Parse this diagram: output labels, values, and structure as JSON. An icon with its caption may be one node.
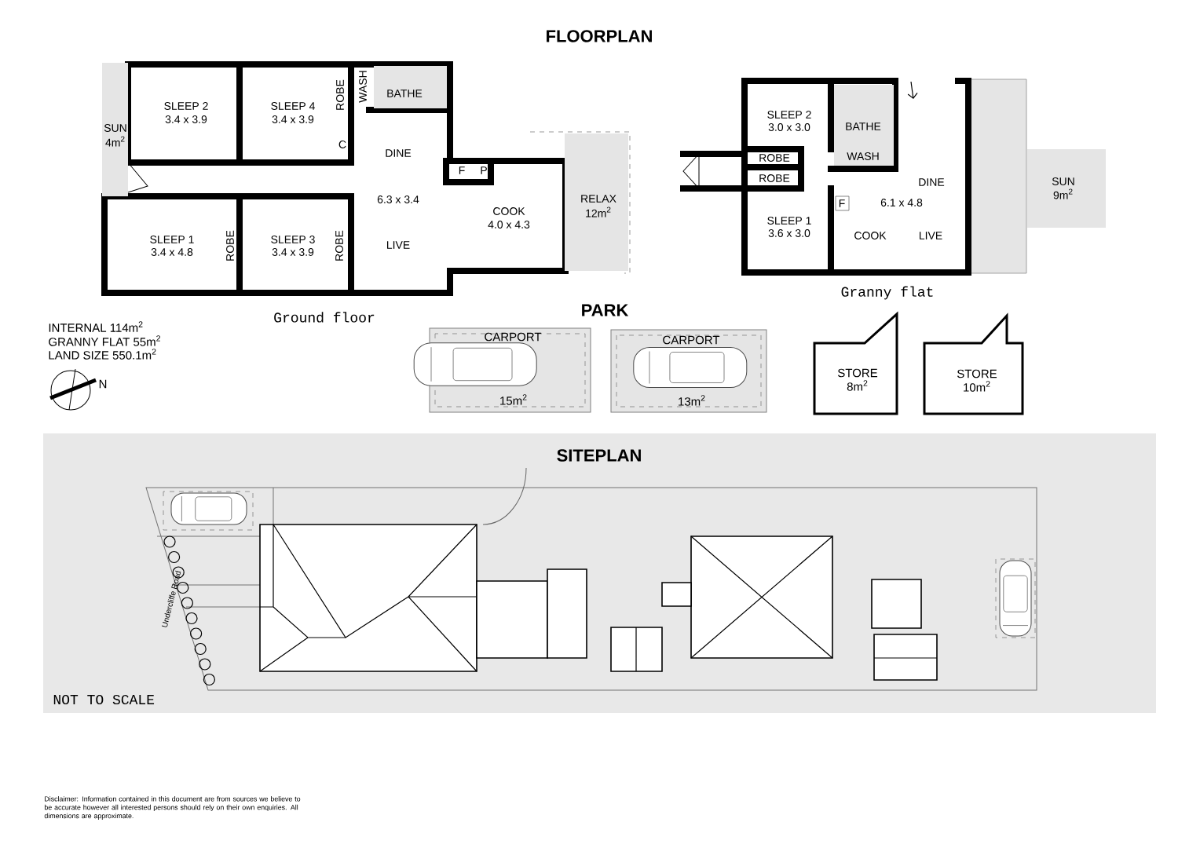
{
  "diagram": {
    "title": "FLOORPLAN",
    "nodes": [
      {
        "text": [
          "SUN",
          "4m$^{2}$"
        ]
      },
      {
        "text": [
          "SLEEP 2",
          "3.4 x 3.9"
        ]
      },
      {
        "text": [
          "SLEEP 4",
          "3.4 x 3.9"
        ]
      },
      {
        "text": [
          "ROBE"
        ]
      },
      {
        "text": [
          "C"
        ]
      },
      {
        "text": [
          "WASH"
        ]
      },
      {
        "text": [
          "BATHE"
        ]
      },
      {
        "text": [
          "DINE",
          "6.3 x 3.4",
          "LIVE"
        ]
      },
      {
        "text": [
          "F"
        ]
      },
      {
        "text": [
          "P"
        ]
      },
      {
        "text": [
          "COOK",
          "4.0 x 4.3"
        ]
      },
      {
        "text": [
          "RELAX",
          "12m$^{2}$"
        ]
      },
      {
        "text": [
          "SLEEP 1",
          "3.4 x 4.8"
        ]
      },
      {
        "text": [
          "ROBE"
        ]
      },
      {
        "text": [
          "SLEEP 3",
          "3.4 x 3.9"
        ]
      },
      {
        "text": [
          "ROBE"
        ]
      },
      {
        "text": [
          "SLEEP 2",
          "3.0 x 3.0"
        ]
      },
      {
        "text": [
          "BATHE",
          "WASH"
        ]
      },
      {
        "text": [
          "ROBE"
        ]
      },
      {
        "text": [
          "ROBE"
        ]
      },
      {
        "text": [
          "SLEEP 1",
          "3.6 x 3.0"
        ]
      },
      {
        "text": [
          "DINE",
          "6.1 x 4.8",
          "COOK",
          "LIVE"
        ]
      },
      {
        "text": [
          "F"
        ]
      },
      {
        "text": [
          "SUN",
          "9m$^{2}$"
        ]
      },
      {
        "text": [
          "CARPORT",
          "15m$^{2}$"
        ]
      },
      {
        "text": [
          "CARPORT",
          "13m$^{2}$"
        ]
      },
      {
        "text": [
          "STORE",
          "8m$^{2}$"
        ]
      },
      {
        "text": [
          "STORE",
          "10m$^{2}$"
        ]
      }
    ],
    "labels": [
      "Ground floor",
      "Granny flat",
      "PARK",
      "INTERNAL 114m$^{2}$",
      "GRANNY FLAT 55m$^{2}$",
      "LAND SIZE 550.1m$^{2}$",
      "N",
      "SITEPLAN",
      "Undercliffe Road",
      "NOT TO SCALE",
      "Disclaimer: Information contained in this document are from sources we believe to be accurate however all interested persons should rely on their own enquiries. All dimensions are approximate."
    ]
  }
}
